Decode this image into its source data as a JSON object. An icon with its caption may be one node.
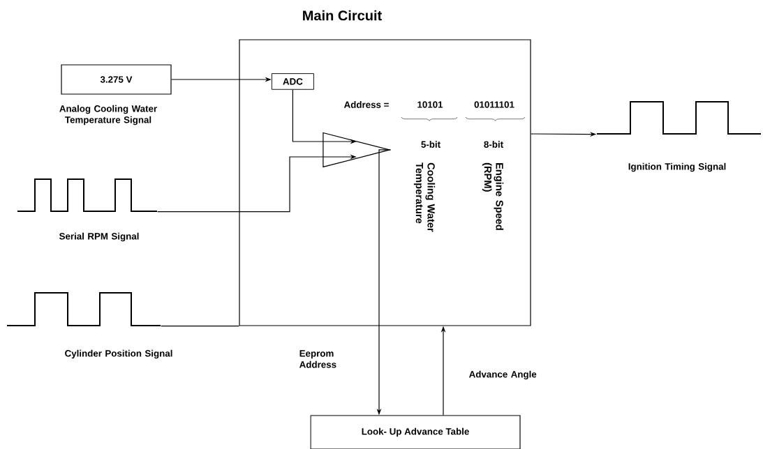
{
  "diagram": {
    "nodes": [
      {
        "text": [
          "Main Circuit"
        ]
      },
      {
        "text": [
          "3.275 V"
        ],
        "beside": [
          "Analog Cooling Water Temperature Signal"
        ]
      },
      {
        "text": [
          "ADC"
        ],
        "in": 0
      },
      {
        "text": [],
        "shape": "triangle",
        "in": 0
      },
      {
        "text": [],
        "shape": "picture",
        "beside": [
          "Serial RPM Signal"
        ]
      },
      {
        "text": [],
        "shape": "picture",
        "beside": [
          "Cylinder Position Signal"
        ]
      },
      {
        "text": [],
        "shape": "picture",
        "beside": [
          "Ignition Timing Signal"
        ]
      },
      {
        "text": [
          "Look- Up Advance Table"
        ]
      }
    ],
    "edges": [
      {
        "from": 1,
        "to": 2,
        "arrow": "to"
      },
      {
        "from": 2,
        "to": 3,
        "arrow": "to"
      },
      {
        "from": 4,
        "to": 3,
        "arrow": "to"
      },
      {
        "from": 5,
        "to": 0,
        "arrow": "none"
      },
      {
        "from": 0,
        "to": 6,
        "arrow": "to"
      },
      {
        "from": 3,
        "to": 7,
        "arrow": "to",
        "label": "Eeprom Address"
      },
      {
        "from": 7,
        "to": 0,
        "arrow": "to",
        "label": "Advance Angle"
      }
    ],
    "labels": [
      "Address =",
      "10101",
      "01011101",
      "5-bit",
      "8-bit",
      "Cooling Water Temperature",
      "Engine Speed (RPM)"
    ]
  }
}
